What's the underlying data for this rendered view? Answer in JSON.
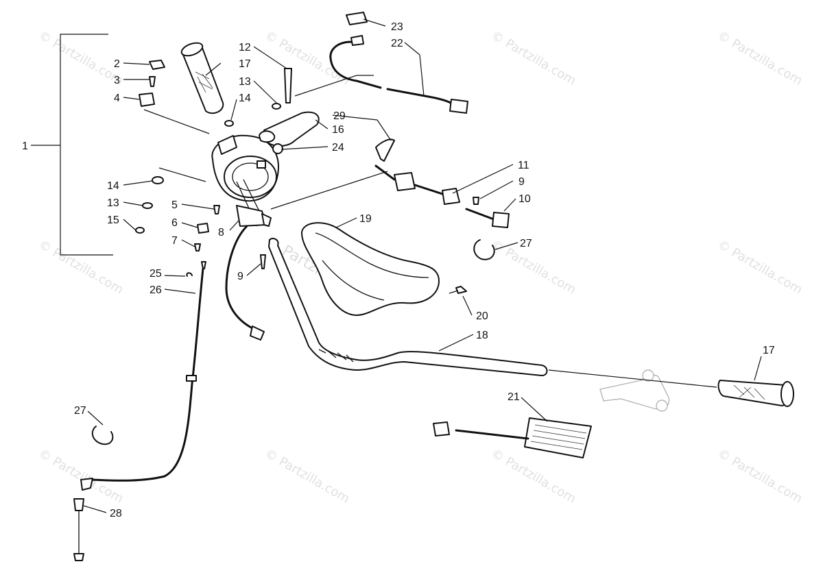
{
  "diagram": {
    "colors": {
      "line": "#111111",
      "watermark": "#c8c8c8",
      "background": "#ffffff"
    },
    "watermark_text": "© Partzilla.com",
    "watermark_center_text": "Partzilla.com",
    "callouts": [
      {
        "id": "c1",
        "label": "1"
      },
      {
        "id": "c2",
        "label": "2"
      },
      {
        "id": "c3",
        "label": "3"
      },
      {
        "id": "c4",
        "label": "4"
      },
      {
        "id": "c5",
        "label": "5"
      },
      {
        "id": "c6",
        "label": "6"
      },
      {
        "id": "c7",
        "label": "7"
      },
      {
        "id": "c8",
        "label": "8"
      },
      {
        "id": "c9a",
        "label": "9"
      },
      {
        "id": "c9b",
        "label": "9"
      },
      {
        "id": "c10",
        "label": "10"
      },
      {
        "id": "c11",
        "label": "11"
      },
      {
        "id": "c12",
        "label": "12"
      },
      {
        "id": "c13a",
        "label": "13"
      },
      {
        "id": "c13b",
        "label": "13"
      },
      {
        "id": "c14a",
        "label": "14"
      },
      {
        "id": "c14b",
        "label": "14"
      },
      {
        "id": "c15",
        "label": "15"
      },
      {
        "id": "c16",
        "label": "16"
      },
      {
        "id": "c17a",
        "label": "17"
      },
      {
        "id": "c17b",
        "label": "17"
      },
      {
        "id": "c18",
        "label": "18"
      },
      {
        "id": "c19",
        "label": "19"
      },
      {
        "id": "c20",
        "label": "20"
      },
      {
        "id": "c21",
        "label": "21"
      },
      {
        "id": "c22",
        "label": "22"
      },
      {
        "id": "c23",
        "label": "23"
      },
      {
        "id": "c24",
        "label": "24"
      },
      {
        "id": "c25",
        "label": "25"
      },
      {
        "id": "c26",
        "label": "26"
      },
      {
        "id": "c27a",
        "label": "27"
      },
      {
        "id": "c27b",
        "label": "27"
      },
      {
        "id": "c28",
        "label": "28"
      },
      {
        "id": "c29",
        "label": "29"
      }
    ]
  }
}
